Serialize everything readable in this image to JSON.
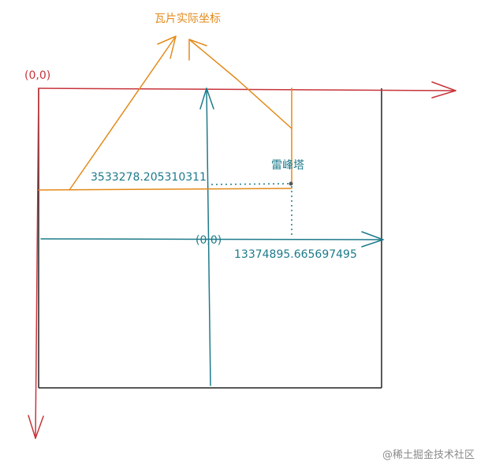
{
  "labels": {
    "tile_actual_coords": "瓦片实际坐标",
    "screen_origin": "(0,0)",
    "center_origin": "(0,0)",
    "landmark": "雷峰塔",
    "y_coordinate": "3533278.205310311",
    "x_coordinate": "13374895.665697495",
    "watermark": "@稀土掘金技术社区"
  },
  "colors": {
    "frame": "#222222",
    "screen_axes": "#c7343b",
    "center_axes": "#1d7a8a",
    "tile_lines": "#e38a1a",
    "dotted_guides": "#1d7a8a",
    "point": "#555555",
    "watermark": "#8a8a8a"
  }
}
